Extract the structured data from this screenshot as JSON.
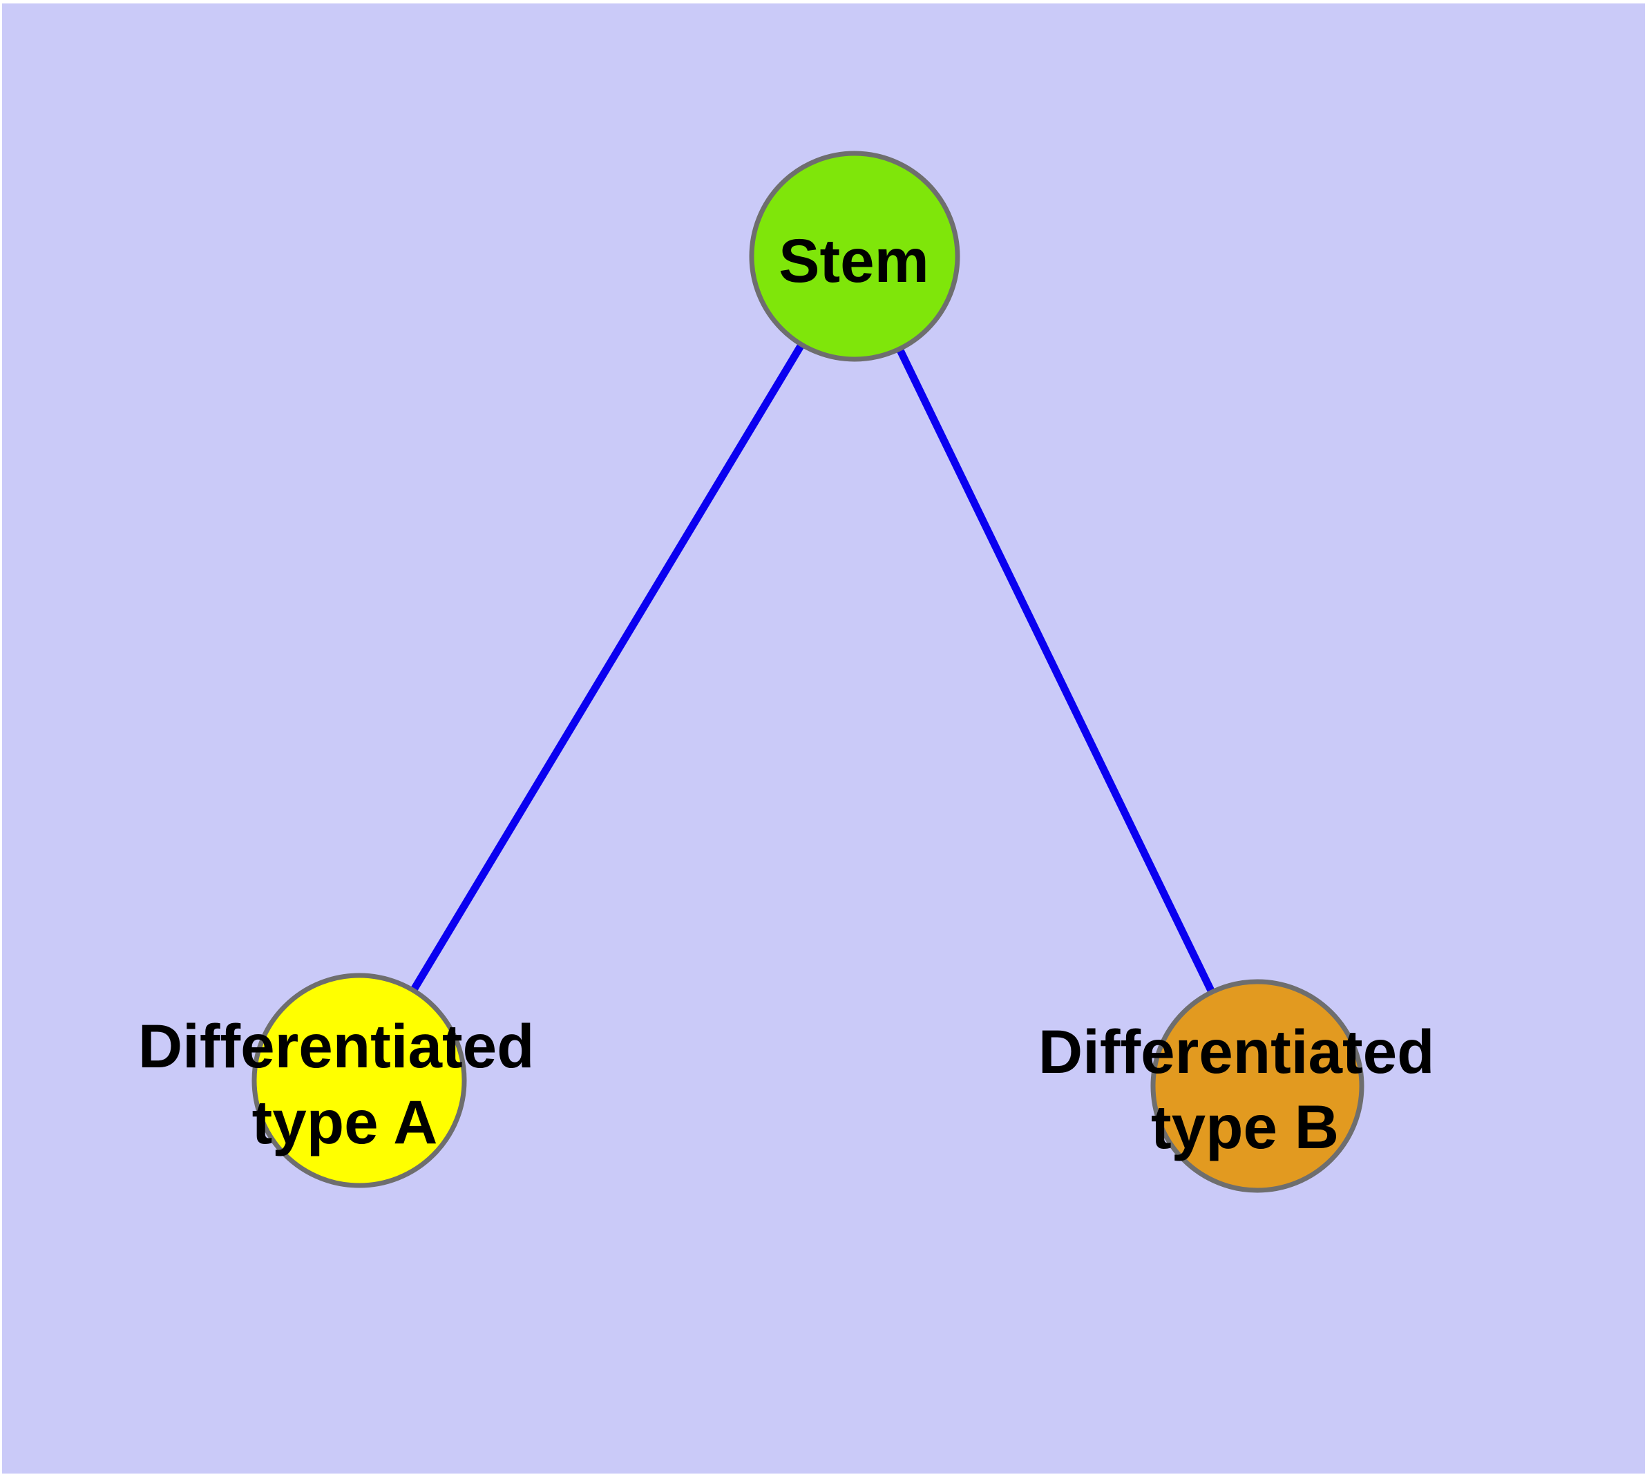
{
  "diagram": {
    "type": "graph",
    "title": "Stem cell differentiation diagram",
    "background_color": "#CACAF8",
    "margin_color": "#FFFFFF",
    "edge_color": "#0A00F0",
    "node_border_color": "#6E6E6E",
    "label_color": "#000000",
    "nodes": {
      "stem": {
        "label": "Stem",
        "fill": "#7FE60A"
      },
      "type_a": {
        "label": "Differentiated type A",
        "lines": [
          "Differentiated",
          "type A"
        ],
        "fill": "#FFFF00"
      },
      "type_b": {
        "label": "Differentiated type B",
        "lines": [
          "Differentiated",
          "type B"
        ],
        "fill": "#E29A20"
      }
    },
    "edges": [
      {
        "from": "Stem",
        "to": "Differentiated type A"
      },
      {
        "from": "Stem",
        "to": "Differentiated type B"
      }
    ]
  }
}
